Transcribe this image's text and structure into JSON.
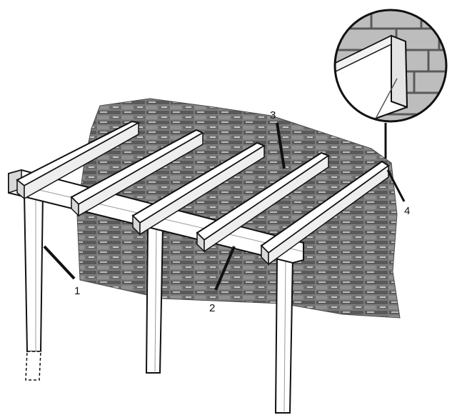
{
  "callouts": [
    {
      "id": "post",
      "label": "1"
    },
    {
      "id": "beam",
      "label": "2"
    },
    {
      "id": "rafter",
      "label": "3"
    },
    {
      "id": "wall-fixing",
      "label": "4"
    }
  ],
  "colors": {
    "ink": "#111111",
    "wood": "#ffffff",
    "wood_shade": "#d8d8d8",
    "brick_dark": "#5a5a5a",
    "brick_mid": "#8c8c8c",
    "brick_light": "#bdbdbd",
    "mortar": "#e6e6e6"
  }
}
